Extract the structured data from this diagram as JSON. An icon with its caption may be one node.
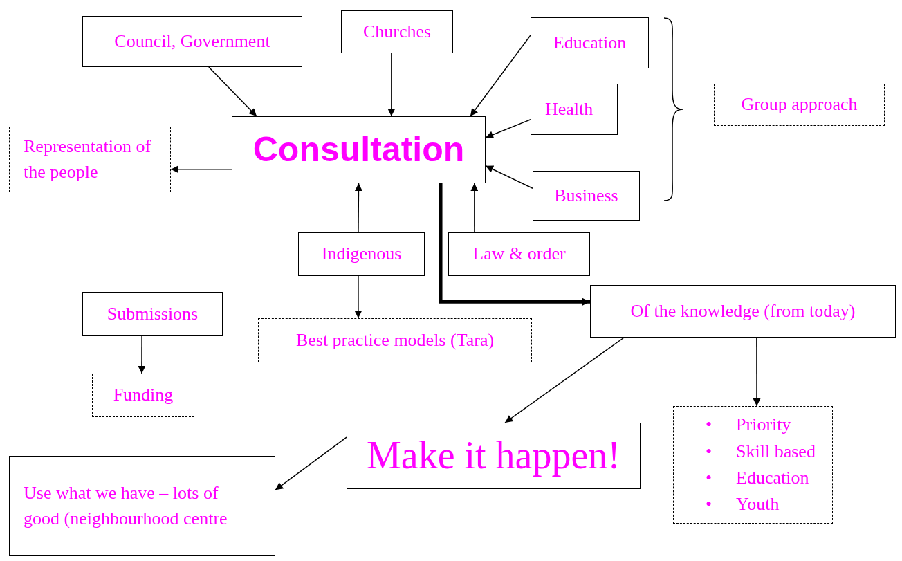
{
  "diagram": {
    "nodes": [
      {
        "text": [
          "Council, Government"
        ]
      },
      {
        "text": [
          "Churches"
        ]
      },
      {
        "text": [
          "Education"
        ]
      },
      {
        "text": [
          "Consultation"
        ]
      },
      {
        "text": [
          "Health"
        ]
      },
      {
        "text": [
          "Group approach"
        ]
      },
      {
        "text": [
          "Representation of the people"
        ]
      },
      {
        "text": [
          "Business"
        ]
      },
      {
        "text": [
          "Indigenous"
        ]
      },
      {
        "text": [
          "Law & order"
        ]
      },
      {
        "text": [
          "Submissions"
        ]
      },
      {
        "text": [
          "Of the knowledge (from today)"
        ]
      },
      {
        "text": [
          "Best practice models (Tara)"
        ]
      },
      {
        "text": [
          "Funding"
        ]
      },
      {
        "text": [
          "Make it happen!"
        ]
      },
      {
        "text": [
          "•",
          "Priority",
          "•",
          "Skill based",
          "•",
          "Education",
          "•",
          "Youth"
        ]
      },
      {
        "text": [
          "Use what we have – lots of good (neighbourhood centre"
        ]
      }
    ],
    "edges": [
      {
        "from": 0,
        "to": 3,
        "arrow": "to"
      },
      {
        "from": 1,
        "to": 3,
        "arrow": "to"
      },
      {
        "from": 2,
        "to": 3,
        "arrow": "to"
      },
      {
        "from": 4,
        "to": 3,
        "arrow": "to"
      },
      {
        "from": 7,
        "to": 3,
        "arrow": "to"
      },
      {
        "from": 3,
        "to": 6,
        "arrow": "to"
      },
      {
        "from": 8,
        "to": 3,
        "arrow": "to"
      },
      {
        "from": 8,
        "to": 12,
        "arrow": "to"
      },
      {
        "from": 9,
        "to": 3,
        "arrow": "to"
      },
      {
        "from": 3,
        "to": 11,
        "arrow": "to",
        "style": "thick"
      },
      {
        "from": 10,
        "to": 13,
        "arrow": "to"
      },
      {
        "from": 11,
        "to": 14,
        "arrow": "to"
      },
      {
        "from": 11,
        "to": 15,
        "arrow": "to"
      },
      {
        "from": 14,
        "to": 16,
        "arrow": "to"
      }
    ]
  }
}
